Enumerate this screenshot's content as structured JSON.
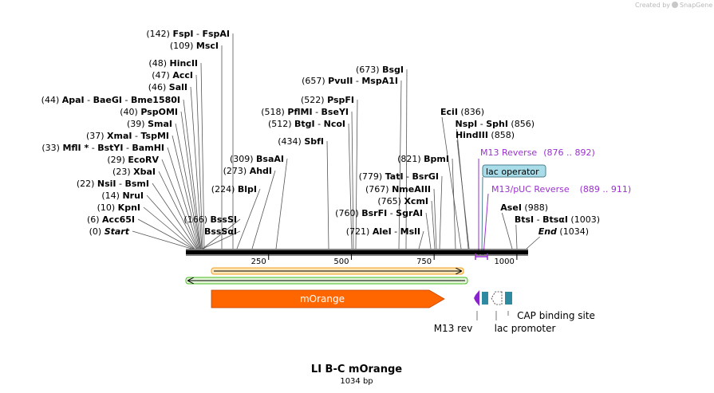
{
  "credit": {
    "text": "Created by",
    "brand": "SnapGene"
  },
  "map": {
    "name": "LI B-C mOrange",
    "length_label": "1034 bp",
    "scale_ticks": [
      "250",
      "500",
      "750",
      "1000"
    ],
    "backbone_color": "#000000"
  },
  "sites_left": [
    {
      "num": "(142)",
      "enzymes": [
        "FspI",
        "FspAI"
      ]
    },
    {
      "num": "(109)",
      "enzymes": [
        "MscI"
      ]
    },
    {
      "num": "(48)",
      "enzymes": [
        "HincII"
      ]
    },
    {
      "num": "(47)",
      "enzymes": [
        "AccI"
      ]
    },
    {
      "num": "(46)",
      "enzymes": [
        "SalI"
      ]
    },
    {
      "num": "(44)",
      "enzymes": [
        "ApaI",
        "BaeGI",
        "Bme1580I"
      ]
    },
    {
      "num": "(40)",
      "enzymes": [
        "PspOMI"
      ]
    },
    {
      "num": "(39)",
      "enzymes": [
        "SmaI"
      ]
    },
    {
      "num": "(37)",
      "enzymes": [
        "XmaI",
        "TspMI"
      ]
    },
    {
      "num": "(33)",
      "enzymes": [
        "MflI *",
        "BstYI",
        "BamHI"
      ]
    },
    {
      "num": "(29)",
      "enzymes": [
        "EcoRV"
      ]
    },
    {
      "num": "(23)",
      "enzymes": [
        "XbaI"
      ]
    },
    {
      "num": "(22)",
      "enzymes": [
        "NsiI",
        "BsmI"
      ]
    },
    {
      "num": "(14)",
      "enzymes": [
        "NruI"
      ]
    },
    {
      "num": "(10)",
      "enzymes": [
        "KpnI"
      ]
    },
    {
      "num": "(6)",
      "enzymes": [
        "Acc65I"
      ]
    },
    {
      "num": "(0)",
      "enzymes": [
        "Start"
      ]
    }
  ],
  "sites_mid": [
    {
      "num": "(166)",
      "enzymes": [
        "BssSI"
      ]
    },
    {
      "num": "",
      "enzymes": [
        "BssSαI"
      ]
    },
    {
      "num": "(224)",
      "enzymes": [
        "BlpI"
      ]
    },
    {
      "num": "(273)",
      "enzymes": [
        "AhdI"
      ]
    },
    {
      "num": "(309)",
      "enzymes": [
        "BsaAI"
      ]
    },
    {
      "num": "(434)",
      "enzymes": [
        "SbfI"
      ]
    },
    {
      "num": "(512)",
      "enzymes": [
        "BtgI",
        "NcoI"
      ]
    },
    {
      "num": "(518)",
      "enzymes": [
        "PflMI",
        "BseYI"
      ]
    },
    {
      "num": "(522)",
      "enzymes": [
        "PspFI"
      ]
    },
    {
      "num": "(657)",
      "enzymes": [
        "PvuII",
        "MspA1I"
      ]
    },
    {
      "num": "(673)",
      "enzymes": [
        "BsgI"
      ]
    },
    {
      "num": "(721)",
      "enzymes": [
        "AleI",
        "MslI"
      ]
    },
    {
      "num": "(760)",
      "enzymes": [
        "BsrFI",
        "SgrAI"
      ]
    },
    {
      "num": "(765)",
      "enzymes": [
        "XcmI"
      ]
    },
    {
      "num": "(767)",
      "enzymes": [
        "NmeAIII"
      ]
    },
    {
      "num": "(779)",
      "enzymes": [
        "TatI",
        "BsrGI"
      ]
    },
    {
      "num": "(821)",
      "enzymes": [
        "BpmI"
      ]
    }
  ],
  "sites_right": [
    {
      "num": "(836)",
      "enzymes": [
        "EciI"
      ]
    },
    {
      "num": "(856)",
      "enzymes": [
        "NspI",
        "SphI"
      ]
    },
    {
      "num": "(858)",
      "enzymes": [
        "HindIII"
      ]
    },
    {
      "num": "(988)",
      "enzymes": [
        "AseI"
      ]
    },
    {
      "num": "(1003)",
      "enzymes": [
        "BtsI",
        "BtsαI"
      ]
    },
    {
      "num": "(1034)",
      "enzymes": [
        "End"
      ]
    }
  ],
  "primers": [
    {
      "name": "M13 Reverse",
      "range": "(876 .. 892)"
    },
    {
      "name": "M13/pUC Reverse",
      "range": "(889 .. 911)"
    }
  ],
  "features": {
    "lac_operator": "lac operator",
    "morange": "mOrange",
    "m13_rev": "M13 rev",
    "lac_promoter": "lac promoter",
    "cap_site": "CAP binding site"
  },
  "colors": {
    "morange": "#ff6600",
    "orf": "#f0a020",
    "orf_green": "#44bb22",
    "m13_rev": "#8822cc",
    "lac_box": "#2d8aa0",
    "lac_operator_bg": "#a8dce8",
    "primer": "#9b30d0"
  }
}
